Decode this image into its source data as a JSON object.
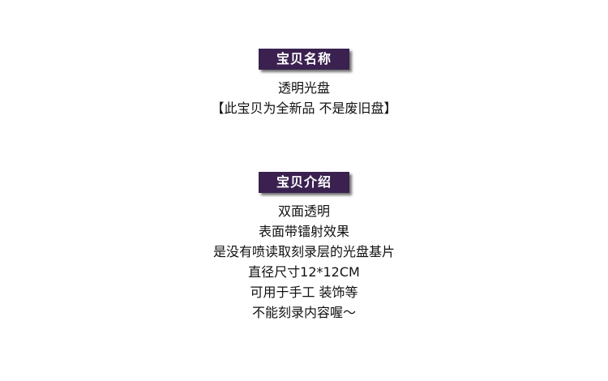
{
  "section_name": {
    "header": "宝贝名称",
    "lines": [
      "透明光盘",
      "【此宝贝为全新品 不是废旧盘】"
    ]
  },
  "section_intro": {
    "header": "宝贝介绍",
    "lines": [
      "双面透明",
      "表面带镭射效果",
      "是没有喷读取刻录层的光盘基片",
      "直径尺寸12*12CM",
      "可用于手工 装饰等",
      "不能刻录内容喔～"
    ]
  }
}
